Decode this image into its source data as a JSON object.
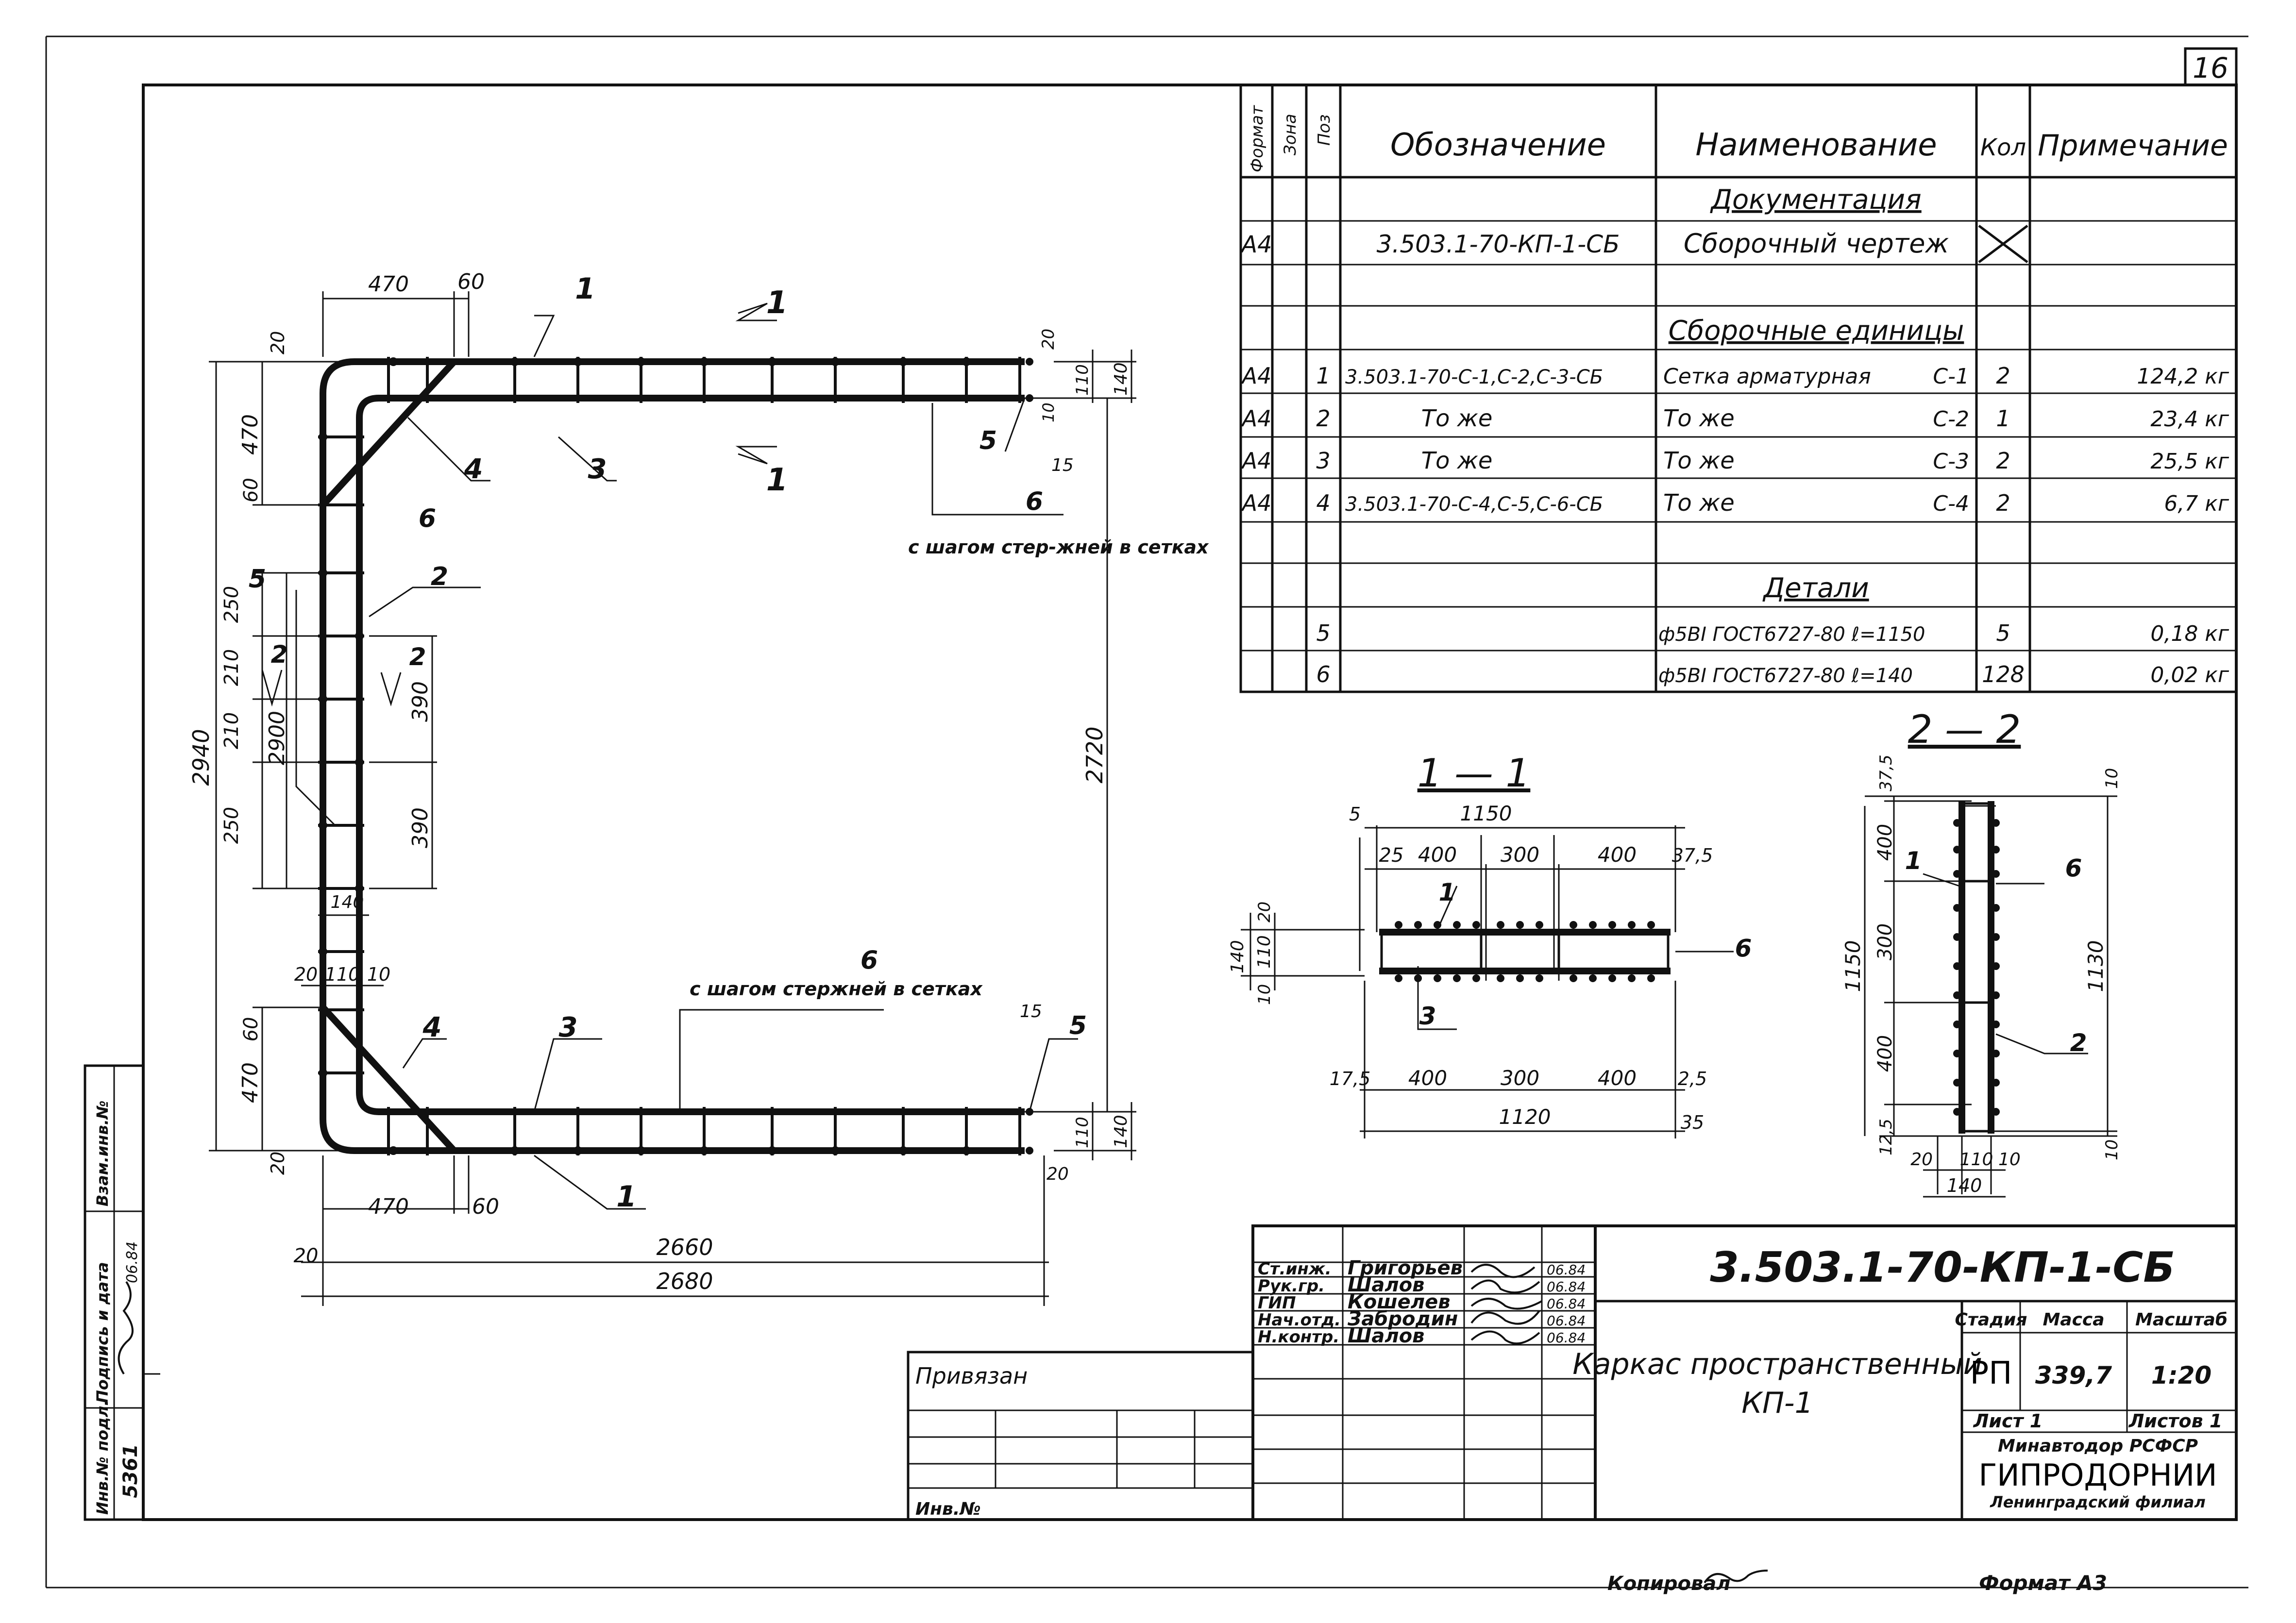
{
  "sheet": {
    "number": "16"
  },
  "spec_table": {
    "headers": {
      "format": "Формат",
      "zone": "Зона",
      "pos": "Поз",
      "designation": "Обозначение",
      "name": "Наименование",
      "qty": "Кол",
      "note": "Примечание"
    },
    "rows": [
      {
        "format": "",
        "pos": "",
        "designation": "",
        "name": "Документация",
        "qty": "",
        "note": "",
        "section": true
      },
      {
        "format": "А4",
        "pos": "",
        "designation": "3.503.1-70-КП-1-СБ",
        "name": "Сборочный чертеж",
        "qty": "",
        "note": "",
        "crossed": true
      },
      {
        "format": "",
        "pos": "",
        "designation": "",
        "name": "Сборочные единицы",
        "qty": "",
        "note": "",
        "section": true
      },
      {
        "format": "А4",
        "pos": "1",
        "designation": "3.503.1-70-С-1,С-2,С-3-СБ",
        "name": "Сетка арматурная",
        "name_code": "С-1",
        "qty": "2",
        "note": "124,2 кг"
      },
      {
        "format": "А4",
        "pos": "2",
        "designation": "То же",
        "name": "То же",
        "name_code": "С-2",
        "qty": "1",
        "note": "23,4 кг"
      },
      {
        "format": "А4",
        "pos": "3",
        "designation": "То же",
        "name": "То же",
        "name_code": "С-3",
        "qty": "2",
        "note": "25,5 кг"
      },
      {
        "format": "А4",
        "pos": "4",
        "designation": "3.503.1-70-С-4,С-5,С-6-СБ",
        "name": "То же",
        "name_code": "С-4",
        "qty": "2",
        "note": "6,7 кг"
      },
      {
        "format": "",
        "pos": "",
        "designation": "",
        "name": "Детали",
        "qty": "",
        "note": "",
        "section": true
      },
      {
        "format": "",
        "pos": "5",
        "designation": "",
        "name": "ф5ВI ГОСТ6727-80 ℓ=1150",
        "qty": "5",
        "note": "0,18 кг"
      },
      {
        "format": "",
        "pos": "6",
        "designation": "",
        "name": "ф5ВI ГОСТ6727-80 ℓ=140",
        "qty": "128",
        "note": "0,02 кг"
      }
    ]
  },
  "plan": {
    "dims_top": [
      "470",
      "60"
    ],
    "dims_left": [
      "20",
      "470",
      "60",
      "250",
      "210",
      "210",
      "250",
      "2940",
      "2900",
      "140",
      "60",
      "470",
      "20"
    ],
    "dims_inner": [
      "390",
      "390",
      "140",
      "20",
      "110",
      "10",
      "2720"
    ],
    "dims_right": [
      "20",
      "110",
      "140",
      "10",
      "15",
      "15",
      "110",
      "140",
      "20"
    ],
    "dims_bottom": [
      "470",
      "60",
      "20",
      "2660",
      "2680"
    ],
    "labels": [
      "1",
      "3",
      "4",
      "6",
      "2",
      "5",
      "5",
      "4",
      "3",
      "1",
      "5",
      "6"
    ],
    "note_top": "с шагом стер-жней в сетках",
    "note_bottom": "с шагом стержней в сетках",
    "section_marks": [
      "1",
      "1",
      "2",
      "2"
    ]
  },
  "section_1": {
    "title": "1 — 1",
    "top_dims": [
      "5",
      "1150",
      "25",
      "400",
      "300",
      "400",
      "37,5"
    ],
    "left_dims": [
      "140",
      "110",
      "20",
      "10"
    ],
    "bottom_dims": [
      "17,5",
      "400",
      "300",
      "400",
      "2,5",
      "1120",
      "35"
    ],
    "labels": [
      "1",
      "3",
      "6"
    ]
  },
  "section_2": {
    "title": "2 — 2",
    "left_dims": [
      "37,5",
      "400",
      "300",
      "400",
      "1150",
      "12,5"
    ],
    "right_dims": [
      "10",
      "1130",
      "10"
    ],
    "bottom_dims": [
      "20",
      "110",
      "10",
      "140"
    ],
    "labels": [
      "1",
      "6",
      "2"
    ]
  },
  "title_block": {
    "doc_code": "3.503.1-70-КП-1-СБ",
    "roles": [
      {
        "role": "Ст.инж.",
        "name": "Григорьев",
        "date": "06.84"
      },
      {
        "role": "Рук.гр.",
        "name": "Шалов",
        "date": "06.84"
      },
      {
        "role": "ГИП",
        "name": "Кошелев",
        "date": "06.84"
      },
      {
        "role": "Нач.отд.",
        "name": "Забродин",
        "date": "06.84"
      },
      {
        "role": "Н.контр.",
        "name": "Шалов",
        "date": "06.84"
      }
    ],
    "title": "Каркас пространственный",
    "title2": "КП-1",
    "stage_label": "Стадия",
    "mass_label": "Масса",
    "scale_label": "Масштаб",
    "stage": "РП",
    "mass": "339,7",
    "scale": "1:20",
    "sheet_label": "Лист 1",
    "sheets_label": "Листов 1",
    "org1": "Минавтодор РСФСР",
    "org2": "ГИПРОДОРНИИ",
    "org3": "Ленинградский филиал"
  },
  "binding": {
    "label": "Привязан",
    "inv_label": "Инв.№"
  },
  "side_stamp": {
    "inv_podl": "Инв.№ подл.",
    "sign_date": "Подпись и дата",
    "vzam": "Взам.инв.№",
    "inv_number": "5361",
    "date": "06.84"
  },
  "footer": {
    "copied": "Копировал",
    "format": "Формат А3"
  }
}
